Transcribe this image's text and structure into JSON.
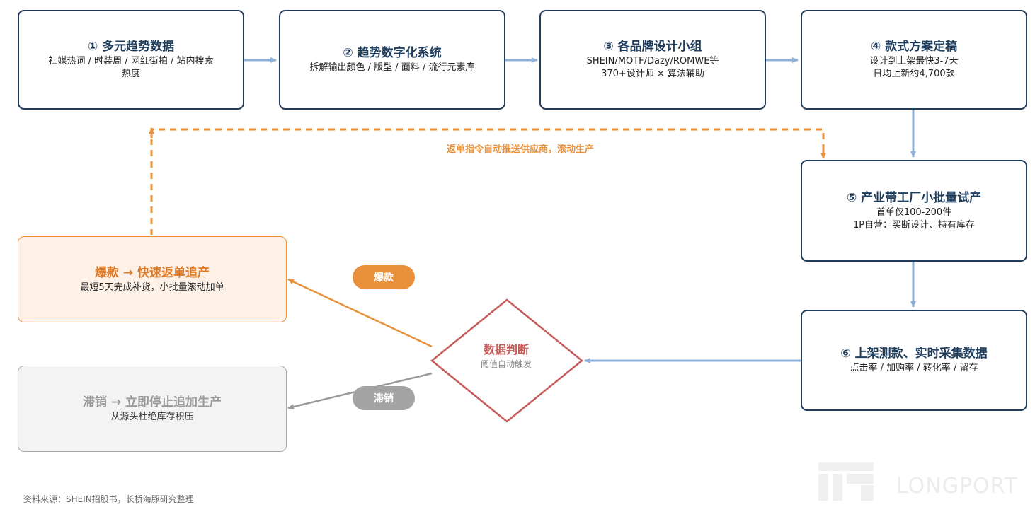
{
  "steps": [
    {
      "title": "① 多元趋势数据",
      "lines": [
        "社媒热词 / 时装周 / 网红街拍 / 站内搜索",
        "热度"
      ]
    },
    {
      "title": "② 趋势数字化系统",
      "lines": [
        "拆解输出颜色 / 版型 / 面料 / 流行元素库"
      ]
    },
    {
      "title": "③ 各品牌设计小组",
      "lines": [
        "SHEIN/MOTF/Dazy/ROMWE等",
        "370+设计师 × 算法辅助"
      ]
    },
    {
      "title": "④ 款式方案定稿",
      "lines": [
        "设计到上架最快3-7天",
        "日均上新约4,700款"
      ]
    },
    {
      "title": "⑤ 产业带工厂小批量试产",
      "lines": [
        "首单仅100-200件",
        "1P自营：买断设计、持有库存"
      ]
    },
    {
      "title": "⑥ 上架测款、实时采集数据",
      "lines": [
        "点击率 / 加购率 / 转化率 / 留存"
      ]
    }
  ],
  "hot": {
    "title": "爆款 → 快速返单追产",
    "line": "最短5天完成补货，小批量滚动加单"
  },
  "slow": {
    "title": "滞销 → 立即停止追加生产",
    "line": "从源头杜绝库存积压"
  },
  "decision": {
    "title": "数据判断",
    "subtitle": "阈值自动触发"
  },
  "pills": {
    "hot": "爆款",
    "slow": "滞销"
  },
  "feedback_label": "返单指令自动推送供应商，滚动生产",
  "source": "资料来源：SHEIN招股书，长桥海豚研究整理",
  "watermark": "LONGPORT",
  "colors": {
    "navy": "#1f3d5c",
    "arrow_blue": "#8fb0d9",
    "orange": "#e8913a",
    "grey": "#a3a3a3",
    "red": "#c65a58"
  }
}
